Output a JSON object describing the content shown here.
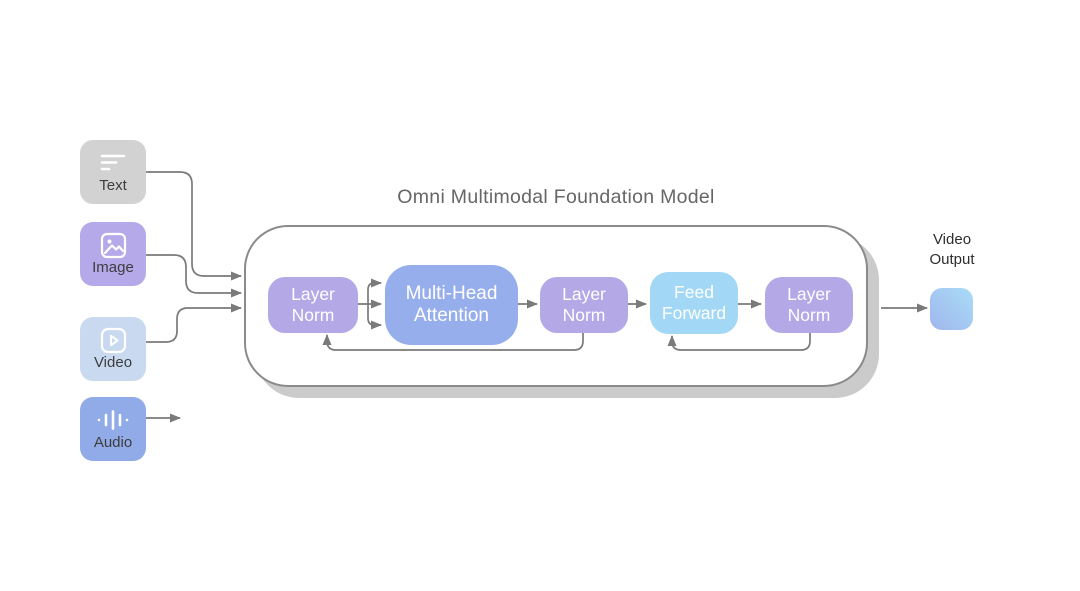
{
  "diagram": {
    "title": "Omni Multimodal Foundation Model",
    "inputs": [
      {
        "label": "Text",
        "icon": "text-lines-icon",
        "color": "#d2d2d2"
      },
      {
        "label": "Image",
        "icon": "image-icon",
        "color": "#b6a9ea"
      },
      {
        "label": "Video",
        "icon": "video-play-icon",
        "color": "#c8d9f0"
      },
      {
        "label": "Audio",
        "icon": "audio-waveform-icon",
        "color": "#90abe8"
      }
    ],
    "pipeline": [
      {
        "label": "Layer Norm",
        "color": "#b4a8e7"
      },
      {
        "label": "Multi-Head Attention",
        "color": "#97aeec"
      },
      {
        "label": "Layer Norm",
        "color": "#b4a8e7"
      },
      {
        "label": "Feed Forward",
        "color": "#a2d8f5"
      },
      {
        "label": "Layer Norm",
        "color": "#b4a8e7"
      }
    ],
    "output": {
      "label": "Video Output",
      "swatch": [
        "#9fb6ec",
        "#aadcf8"
      ]
    },
    "colors": {
      "wire": "#7a7a7a",
      "container_border": "#8a8a8a",
      "container_shadow": "#cbcbcb",
      "title_text": "#666666",
      "block_text": "#ffffff",
      "input_label_text": "#3d3d3d"
    }
  }
}
